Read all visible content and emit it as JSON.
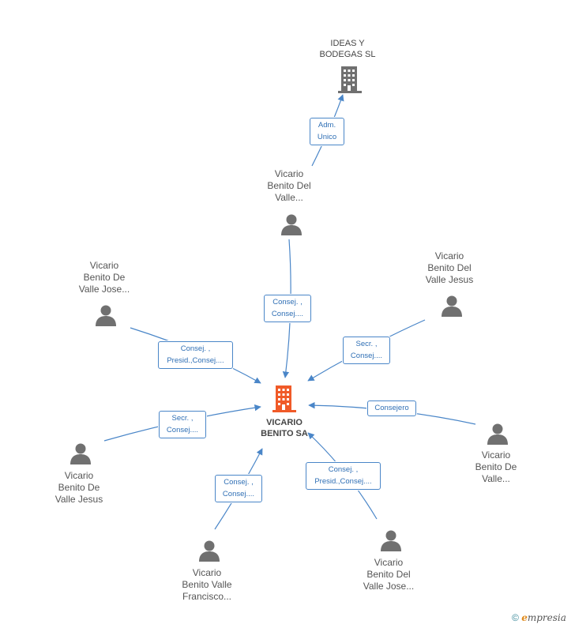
{
  "nodes": {
    "ideas": {
      "lines": [
        "IDEAS Y",
        "BODEGAS SL"
      ]
    },
    "center": {
      "lines": [
        "VICARIO",
        "BENITO SA"
      ]
    },
    "p_top": {
      "lines": [
        "Vicario",
        "Benito Del",
        "Valle..."
      ]
    },
    "p_left_top": {
      "lines": [
        "Vicario",
        "Benito De",
        "Valle Jose..."
      ]
    },
    "p_right_top": {
      "lines": [
        "Vicario",
        "Benito Del",
        "Valle Jesus"
      ]
    },
    "p_left_bottom": {
      "lines": [
        "Vicario",
        "Benito De",
        "Valle Jesus"
      ]
    },
    "p_right_bottom": {
      "lines": [
        "Vicario",
        "Benito De",
        "Valle..."
      ]
    },
    "p_bottom_left": {
      "lines": [
        "Vicario",
        "Benito Valle",
        "Francisco..."
      ]
    },
    "p_bottom_right": {
      "lines": [
        "Vicario",
        "Benito Del",
        "Valle Jose..."
      ]
    }
  },
  "roles": {
    "adm": {
      "lines": [
        "Adm.",
        "Unico"
      ]
    },
    "r_top": {
      "lines": [
        "Consej. ,",
        "Consej...."
      ]
    },
    "r_left_top": {
      "lines": [
        "Consej. ,",
        "Presid.,Consej...."
      ]
    },
    "r_right_top": {
      "lines": [
        "Secr. ,",
        "Consej...."
      ]
    },
    "r_left_bottom": {
      "lines": [
        "Secr. ,",
        "Consej...."
      ]
    },
    "r_right_bottom": {
      "lines": [
        "Consejero"
      ]
    },
    "r_bottom_left": {
      "lines": [
        "Consej. ,",
        "Consej...."
      ]
    },
    "r_bottom_right": {
      "lines": [
        "Consej. ,",
        "Presid.,Consej...."
      ]
    }
  },
  "colors": {
    "edge": "#4a86c8",
    "person": "#707070",
    "company": "#707070",
    "center": "#f05a28"
  },
  "footer": {
    "copyright": "©",
    "brand_first": "e",
    "brand_rest": "mpresia"
  }
}
